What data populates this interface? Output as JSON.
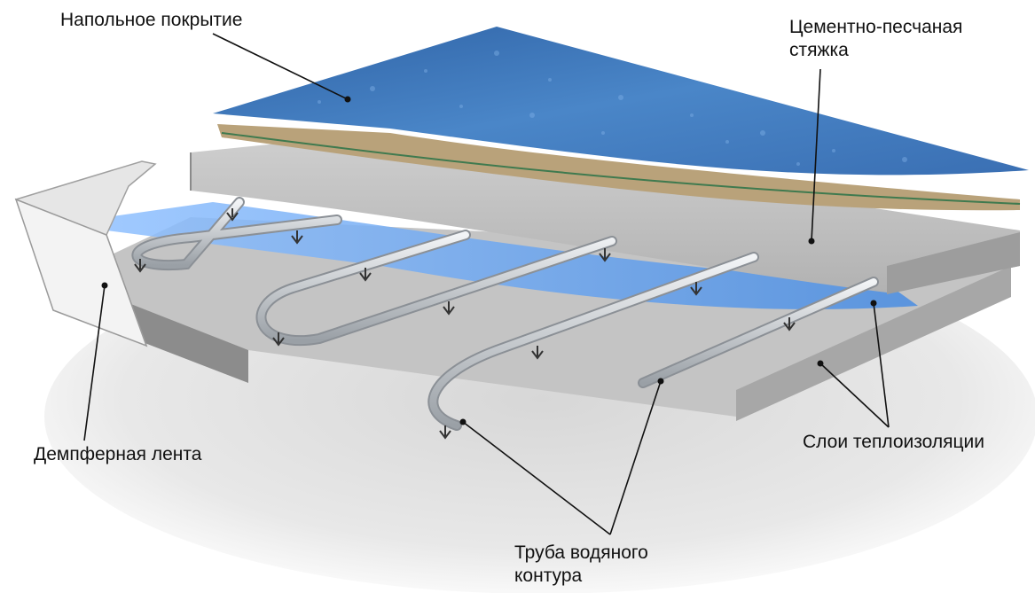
{
  "labels": {
    "floor_covering": "Напольное покрытие",
    "screed_line1": "Цементно-песчаная",
    "screed_line2": "стяжка",
    "damper_tape": "Демпферная лента",
    "insulation_layers": "Слои теплоизоляции",
    "pipe_line1": "Труба водяного",
    "pipe_line2": "контура"
  },
  "colors": {
    "floor_covering": "#3f78b8",
    "screed": "#b9b9b9",
    "insulation_film": "#6fa8f0",
    "pipe": "#c8ccd0",
    "damper_tape": "#ececec",
    "leader_line": "#111111"
  }
}
